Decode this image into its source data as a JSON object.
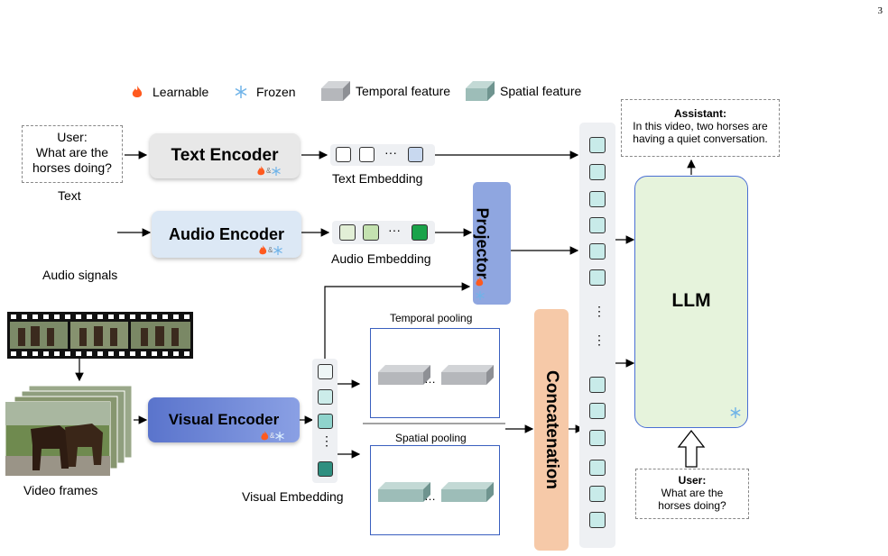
{
  "page_number": "3",
  "legend": {
    "learnable": "Learnable",
    "frozen": "Frozen",
    "temporal_feature": "Temporal feature",
    "spatial_feature": "Spatial feature"
  },
  "text_input": {
    "box": [
      "User:",
      "What are the",
      "horses doing?"
    ],
    "label": "Text"
  },
  "audio_input": {
    "label": "Audio signals"
  },
  "video_input": {
    "label": "Video frames"
  },
  "encoders": {
    "text": "Text Encoder",
    "audio": "Audio Encoder",
    "visual": "Visual Encoder",
    "mode_sep": "&"
  },
  "embeddings": {
    "text": "Text Embedding",
    "audio": "Audio Embedding",
    "visual": "Visual Embedding",
    "ellipsis": "···",
    "vertical_ellipsis": "⋮"
  },
  "projector": "Projector",
  "pooling": {
    "temporal": "Temporal pooling",
    "spatial": "Spatial pooling"
  },
  "concatenation": "Concatenation",
  "llm": "LLM",
  "assistant_box": {
    "title": "Assistant:",
    "lines": [
      "In this video, two horses are",
      "having a quiet conversation."
    ]
  },
  "user_box": {
    "title": "User:",
    "lines": [
      "What are the",
      "horses doing?"
    ]
  },
  "colors": {
    "text_encoder": "#e8e8e8",
    "audio_encoder": "#dce8f5",
    "visual_encoder": "#6f86d6",
    "projector": "#8fa6e0",
    "concatenation": "#f6c9a8",
    "llm": "#e6f3dc",
    "llm_border": "#4a6fd4",
    "token_teal": "#c8ebe9",
    "flame": "#ff5a1f",
    "snow": "#6fb3e8"
  }
}
